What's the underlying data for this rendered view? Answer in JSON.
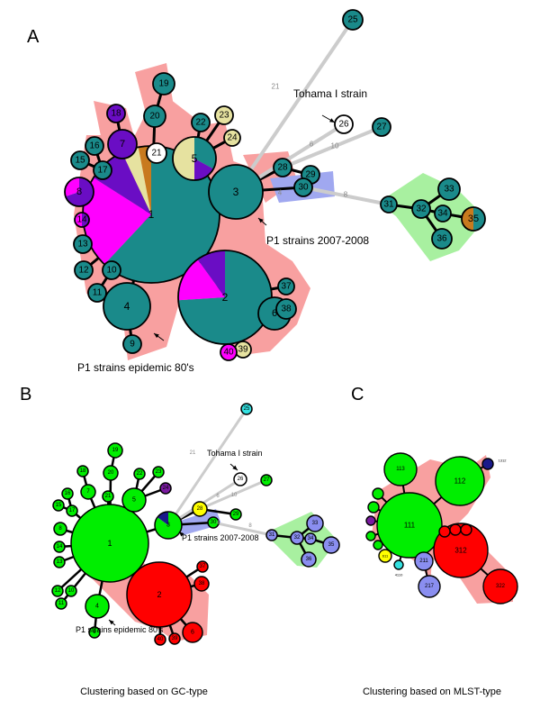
{
  "colors": {
    "teal": "#1a8a8a",
    "magenta": "#ff00ff",
    "purple": "#6a0dc4",
    "orange": "#c87a1e",
    "beige": "#e6e2a0",
    "white": "#ffffff",
    "green": "#00ee00",
    "red": "#ff0000",
    "yellow": "#ffff00",
    "cyan": "#33e0e0",
    "lavender": "#8a8ef0",
    "navy": "#1a1a8a",
    "dark_purple": "#7a1aa0",
    "halo_pink": "#f8a0a0",
    "halo_blue": "#a0a8f0",
    "halo_green": "#a8f0a0",
    "grey_link": "#cccccc"
  },
  "panel_a": {
    "label": "A",
    "annotations": {
      "tohama": "Tohama I strain",
      "p1_2007": "P1 strains 2007-2008",
      "p1_80s": "P1 strains epidemic  80's"
    },
    "edge_labels": [
      "21",
      "6",
      "10",
      "4",
      "8"
    ],
    "nodes": [
      {
        "id": "1",
        "color": "teal",
        "pie": [
          {
            "color": "teal",
            "frac": 0.62
          },
          {
            "color": "magenta",
            "frac": 0.22
          },
          {
            "color": "purple",
            "frac": 0.09
          },
          {
            "color": "beige",
            "frac": 0.04
          },
          {
            "color": "orange",
            "frac": 0.03
          }
        ]
      },
      {
        "id": "2",
        "color": "teal",
        "pie": [
          {
            "color": "teal",
            "frac": 0.74
          },
          {
            "color": "magenta",
            "frac": 0.16
          },
          {
            "color": "purple",
            "frac": 0.1
          }
        ]
      },
      {
        "id": "3",
        "color": "teal"
      },
      {
        "id": "4",
        "color": "teal"
      },
      {
        "id": "5",
        "color": "beige",
        "pie": [
          {
            "color": "teal",
            "frac": 0.33
          },
          {
            "color": "purple",
            "frac": 0.17
          },
          {
            "color": "beige",
            "frac": 0.5
          }
        ]
      },
      {
        "id": "6",
        "color": "teal"
      },
      {
        "id": "7",
        "color": "purple"
      },
      {
        "id": "8",
        "color": "purple",
        "pie": [
          {
            "color": "purple",
            "frac": 0.7
          },
          {
            "color": "magenta",
            "frac": 0.3
          }
        ]
      },
      {
        "id": "9",
        "color": "teal"
      },
      {
        "id": "10",
        "color": "teal"
      },
      {
        "id": "11",
        "color": "teal"
      },
      {
        "id": "12",
        "color": "teal"
      },
      {
        "id": "13",
        "color": "teal"
      },
      {
        "id": "14",
        "color": "purple",
        "pie": [
          {
            "color": "purple",
            "frac": 0.5
          },
          {
            "color": "magenta",
            "frac": 0.5
          }
        ]
      },
      {
        "id": "15",
        "color": "teal"
      },
      {
        "id": "16",
        "color": "teal"
      },
      {
        "id": "17",
        "color": "teal"
      },
      {
        "id": "18",
        "color": "purple"
      },
      {
        "id": "19",
        "color": "teal"
      },
      {
        "id": "20",
        "color": "teal"
      },
      {
        "id": "21",
        "color": "white"
      },
      {
        "id": "22",
        "color": "teal"
      },
      {
        "id": "23",
        "color": "beige"
      },
      {
        "id": "24",
        "color": "beige"
      },
      {
        "id": "25",
        "color": "teal"
      },
      {
        "id": "26",
        "color": "white"
      },
      {
        "id": "27",
        "color": "teal"
      },
      {
        "id": "28",
        "color": "teal"
      },
      {
        "id": "29",
        "color": "teal"
      },
      {
        "id": "30",
        "color": "teal"
      },
      {
        "id": "31",
        "color": "teal"
      },
      {
        "id": "32",
        "color": "teal"
      },
      {
        "id": "33",
        "color": "teal"
      },
      {
        "id": "34",
        "color": "teal"
      },
      {
        "id": "35",
        "color": "teal",
        "pie": [
          {
            "color": "teal",
            "frac": 0.5
          },
          {
            "color": "orange",
            "frac": 0.5
          }
        ]
      },
      {
        "id": "36",
        "color": "teal"
      },
      {
        "id": "37",
        "color": "teal"
      },
      {
        "id": "38",
        "color": "teal"
      },
      {
        "id": "39",
        "color": "beige"
      },
      {
        "id": "40",
        "color": "magenta"
      }
    ]
  },
  "panel_b": {
    "label": "B",
    "annotations": {
      "tohama": "Tohama I strain",
      "p1_2007": "P1 strains 2007-2008",
      "p1_80s": "P1 strains epidemic 80's"
    },
    "edge_labels": [
      "21",
      "6",
      "10",
      "4",
      "8"
    ],
    "caption": "Clustering based on GC-type",
    "nodes": [
      {
        "id": "1",
        "color": "green"
      },
      {
        "id": "2",
        "color": "red"
      },
      {
        "id": "3",
        "color": "green",
        "pie": [
          {
            "color": "green",
            "frac": 0.85
          },
          {
            "color": "navy",
            "frac": 0.15
          }
        ]
      },
      {
        "id": "4",
        "color": "green"
      },
      {
        "id": "5",
        "color": "green"
      },
      {
        "id": "6",
        "color": "red"
      },
      {
        "id": "7",
        "color": "green"
      },
      {
        "id": "8",
        "color": "green"
      },
      {
        "id": "9",
        "color": "green"
      },
      {
        "id": "10",
        "color": "green"
      },
      {
        "id": "11",
        "color": "green"
      },
      {
        "id": "12",
        "color": "green"
      },
      {
        "id": "13",
        "color": "green"
      },
      {
        "id": "14",
        "color": "green"
      },
      {
        "id": "15",
        "color": "green"
      },
      {
        "id": "16",
        "color": "green"
      },
      {
        "id": "17",
        "color": "green"
      },
      {
        "id": "18",
        "color": "green"
      },
      {
        "id": "19",
        "color": "green"
      },
      {
        "id": "20",
        "color": "green"
      },
      {
        "id": "21",
        "color": "green"
      },
      {
        "id": "22",
        "color": "green"
      },
      {
        "id": "23",
        "color": "green"
      },
      {
        "id": "24",
        "color": "dark_purple"
      },
      {
        "id": "25",
        "color": "cyan"
      },
      {
        "id": "26",
        "color": "white"
      },
      {
        "id": "27",
        "color": "green"
      },
      {
        "id": "28",
        "color": "yellow"
      },
      {
        "id": "29",
        "color": "green"
      },
      {
        "id": "30",
        "color": "green"
      },
      {
        "id": "31",
        "color": "lavender"
      },
      {
        "id": "32",
        "color": "lavender"
      },
      {
        "id": "33",
        "color": "lavender"
      },
      {
        "id": "34",
        "color": "lavender"
      },
      {
        "id": "35",
        "color": "lavender"
      },
      {
        "id": "36",
        "color": "lavender"
      },
      {
        "id": "37",
        "color": "red"
      },
      {
        "id": "38",
        "color": "red"
      },
      {
        "id": "39",
        "color": "red"
      },
      {
        "id": "40",
        "color": "red"
      }
    ]
  },
  "panel_c": {
    "label": "C",
    "caption": "Clustering based on MLST-type",
    "nodes": [
      {
        "id": "111",
        "color": "green"
      },
      {
        "id": "112",
        "color": "green"
      },
      {
        "id": "113",
        "color": "green"
      },
      {
        "id": "312",
        "color": "red"
      },
      {
        "id": "322",
        "color": "red"
      },
      {
        "id": "211",
        "color": "lavender"
      },
      {
        "id": "217",
        "color": "lavender"
      },
      {
        "id": "611",
        "color": "yellow"
      },
      {
        "id": "4110",
        "color": "cyan"
      },
      {
        "id": "1312",
        "color": "navy"
      },
      {
        "id": "",
        "color": "green"
      },
      {
        "id": "",
        "color": "green"
      },
      {
        "id": "",
        "color": "dark_purple"
      },
      {
        "id": "",
        "color": "green"
      },
      {
        "id": "",
        "color": "green"
      },
      {
        "id": "",
        "color": "red"
      },
      {
        "id": "",
        "color": "red"
      },
      {
        "id": "",
        "color": "red"
      }
    ]
  }
}
